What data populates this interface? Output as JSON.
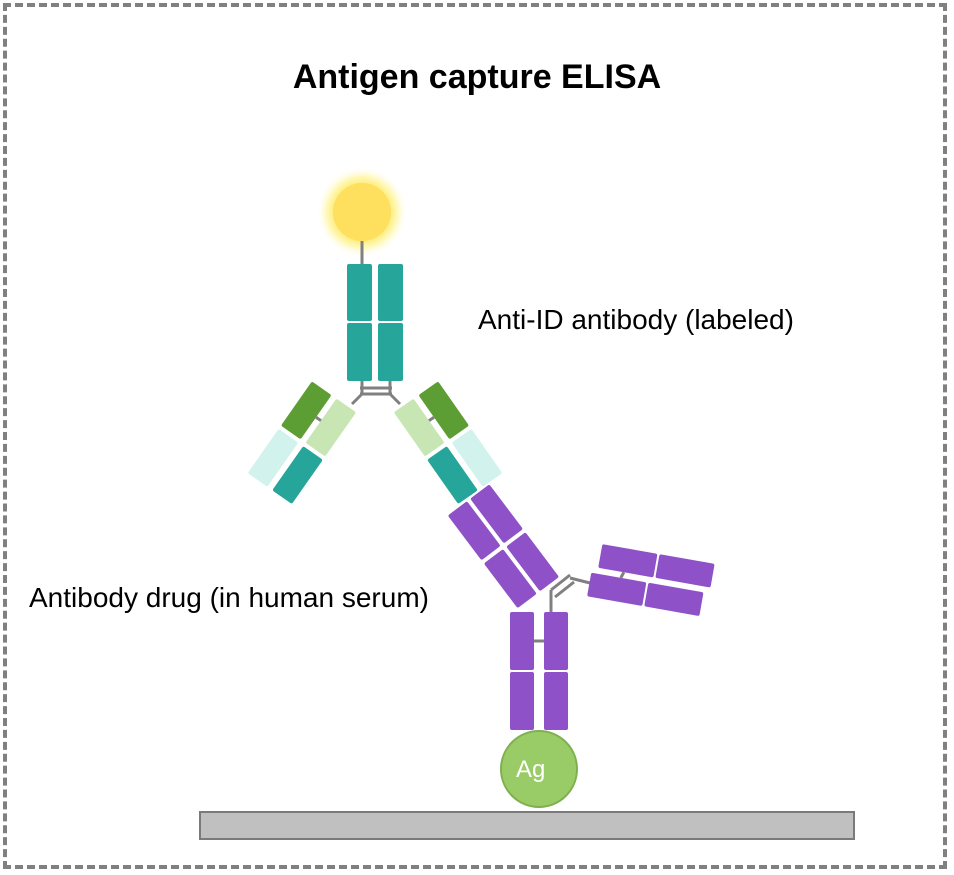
{
  "title": "Antigen capture ELISA",
  "labels": {
    "anti_id_antibody": "Anti-ID antibody (labeled)",
    "antibody_drug": "Antibody drug (in human serum)",
    "antigen": "Ag"
  },
  "colors": {
    "anti_id_heavy_chain": "#26a69a",
    "anti_id_light_chain_dark": "#5d9e34",
    "anti_id_light_chain_light": "#c8e6b4",
    "anti_id_variable_pale": "#d2f2ee",
    "drug_antibody": "#8e51c8",
    "antigen": "#99cc66",
    "label_glow": "#ffdf5e",
    "plate": "#c0c0c0"
  }
}
